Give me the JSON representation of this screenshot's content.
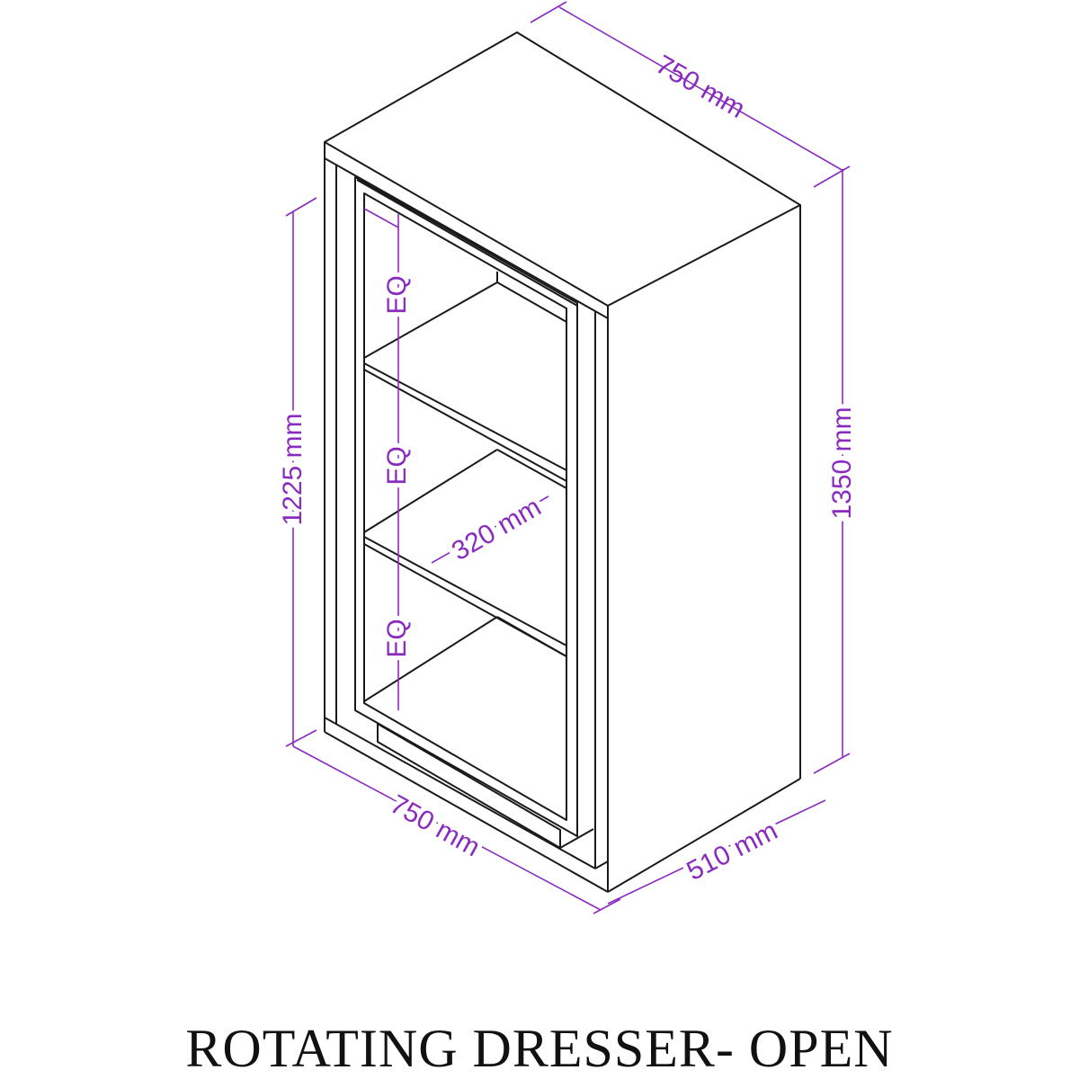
{
  "title": "ROTATING DRESSER- OPEN",
  "colors": {
    "dimension": "#8a2bbf",
    "outline": "#1a1a1a"
  },
  "dimensions": {
    "top_width": "750 mm",
    "bottom_width": "750 mm",
    "depth": "510 mm",
    "total_height": "1350 mm",
    "door_height": "1225 mm",
    "shelf_depth": "320 mm",
    "eq_labels": [
      "EQ",
      "EQ",
      "EQ"
    ]
  }
}
